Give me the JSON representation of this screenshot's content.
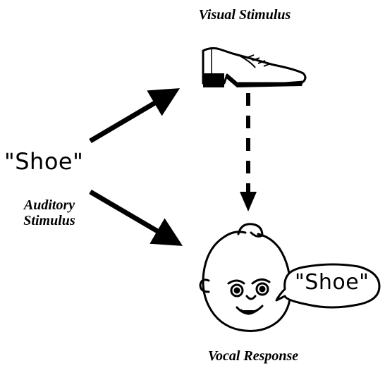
{
  "diagram": {
    "visual_stimulus_label": "Visual Stimulus",
    "spoken_word": "\"Shoe\"",
    "auditory_stimulus_label_line1": "Auditory",
    "auditory_stimulus_label_line2": "Stimulus",
    "vocal_response_label": "Vocal Response",
    "speech_bubble_word": "\"Shoe\""
  },
  "icons": {
    "visual_stimulus": "shoe-icon",
    "responder": "baby-face-icon",
    "speech": "speech-bubble-icon"
  }
}
